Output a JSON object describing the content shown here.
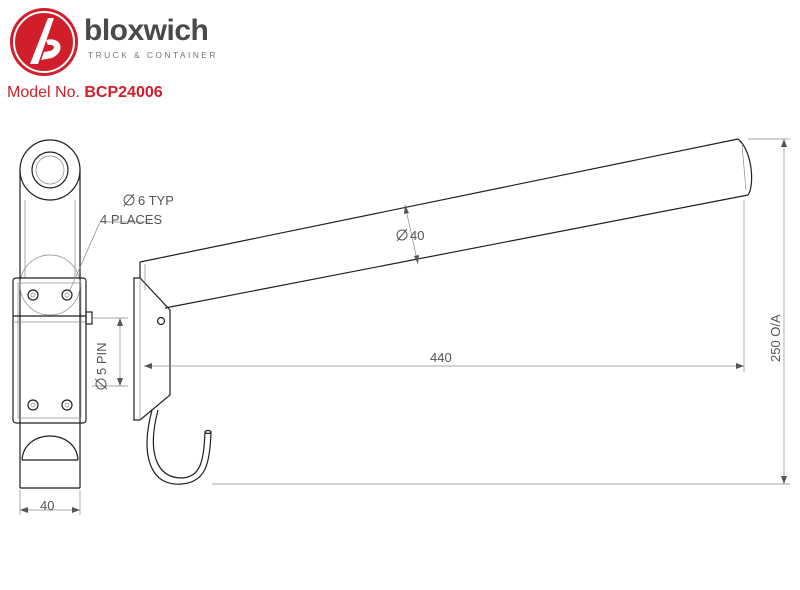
{
  "brand": {
    "name": "bloxwich",
    "tagline": "TRUCK & CONTAINER",
    "colors": {
      "red": "#d01f2a",
      "text": "#4a4a4a"
    }
  },
  "model": {
    "label": "Model No.",
    "number": "BCP24006"
  },
  "dimensions": {
    "hole_note_line1": "6 TYP",
    "hole_note_line2": "4 PLACES",
    "pin": "5 PIN",
    "width": "40",
    "tube_diameter": "40",
    "length": "440",
    "height": "250 O/A"
  },
  "icons": {
    "diameter": "diameter-symbol-icon",
    "logo": "bloxwich-logo-icon"
  }
}
